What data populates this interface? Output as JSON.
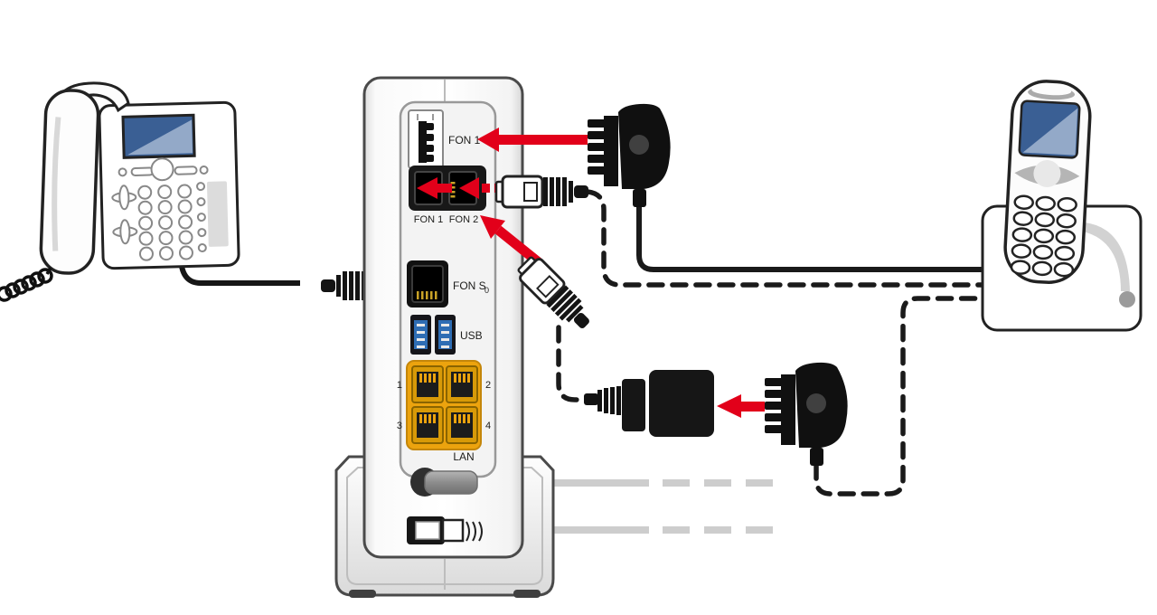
{
  "labels": {
    "fon1_tae": "FON 1",
    "fon1_rj": "FON 1",
    "fon2_rj": "FON 2",
    "fon_s0": "FON S",
    "fon_s0_sub": "0",
    "usb": "USB",
    "lan": "LAN",
    "lan_port_1": "1",
    "lan_port_2": "2",
    "lan_port_3": "3",
    "lan_port_4": "4"
  },
  "colors": {
    "arrow_red": "#e2001a",
    "lan_yellow": "#eca30e",
    "usb_blue": "#2e6db4",
    "display_blue": "#3a5f94",
    "display_light_blue": "#93a9c8",
    "cable_black": "#1a1a1a",
    "cable_gray": "#cdcdcd"
  },
  "icons": {
    "left_device": "corded-desk-phone",
    "center_device": "router-rear-panel",
    "right_device": "cordless-phone-with-base",
    "plugs": [
      "tae-plug",
      "rj11-plug",
      "rj45-plug",
      "rj11-tae-adapter",
      "power-plug",
      "dsl-plug"
    ]
  }
}
